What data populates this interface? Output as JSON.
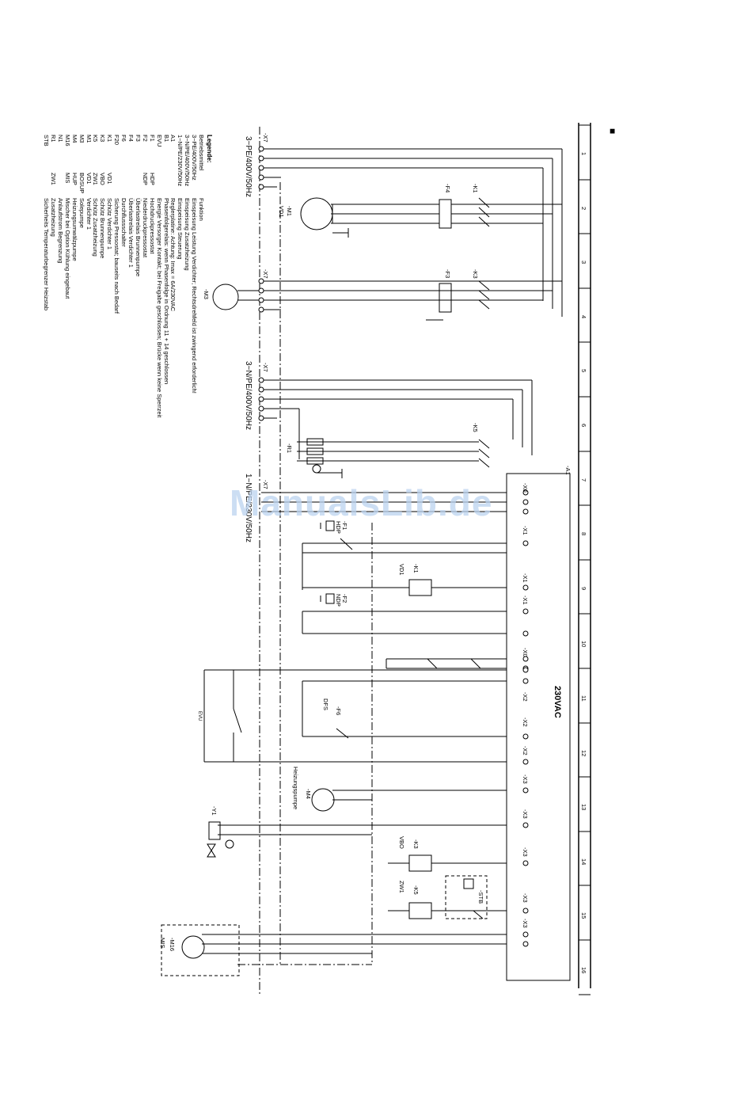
{
  "page_marker": "■",
  "column_numbers": [
    "1",
    "2",
    "3",
    "4",
    "5",
    "6",
    "7",
    "8",
    "9",
    "10",
    "11",
    "12",
    "13",
    "14",
    "15",
    "16"
  ],
  "supply": {
    "compressor": "3~PE/400V/50Hz",
    "heater": "3~N/PE/400V/50Hz",
    "control": "1~N/PE/230V/50Hz"
  },
  "voltage_label": "230VAC",
  "evu_label": "EVU",
  "pump_label": "Heizungspumpe",
  "watermark": "ManualsLib.de",
  "legend": {
    "title": "Legende:",
    "col_headers": [
      "Betriebsmittel",
      "",
      "Funktion"
    ],
    "rows": [
      [
        "3~PE/400V/50Hz",
        "",
        "Einspeisung Leistung Verdichter; Rechtsdrehfeld ist zwingend erforderlich!"
      ],
      [
        "3~N/PE/400V/50Hz",
        "",
        "Einspeisung Zusatzheizung"
      ],
      [
        "1~N/PE/230V/50Hz",
        "",
        "Einspeisung Steuerung"
      ],
      [
        "A1",
        "",
        "Reglerplatine: Achtung: Imax = 6A/230VAC"
      ],
      [
        "B1",
        "",
        "Phasenfolgerelais: wenn Phasenfolge in Ordnung 11 + 14 geschlossen"
      ],
      [
        "EVU",
        "",
        "Energie Versorger Kontakt; bei Freigabe geschlossen; Brücke wenn keine Sperrzeit"
      ],
      [
        "F1",
        "HDP",
        "Hochdruckpressostat"
      ],
      [
        "F2",
        "NDP",
        "Niederdruckpressostat"
      ],
      [
        "F3",
        "",
        "Überlastrelais Brunnenpumpe"
      ],
      [
        "F4",
        "",
        "Überlastrelais Verdichter 1"
      ],
      [
        "F6",
        "",
        "Durchflussschalter"
      ],
      [
        "F20",
        "",
        "Sicherung Pressostat; bauseits nach Bedarf"
      ],
      [
        "K1",
        "VD1",
        "Schütz Verdichter 1"
      ],
      [
        "K3",
        "VBO",
        "Schütz Brunnenpumpe"
      ],
      [
        "K5",
        "ZW1",
        "Schütz Zusatzheizung"
      ],
      [
        "M1",
        "VD1",
        "Verdichter 1"
      ],
      [
        "M3",
        "BOSUP",
        "Solepumpe"
      ],
      [
        "M4",
        "HUP",
        "Heizungsumwälzpumpe"
      ],
      [
        "M16",
        "MIS",
        "Mischer bei Option Kühlung eingebaut"
      ],
      [
        "N1",
        "",
        "Anlaufstrom Begrenzung"
      ],
      [
        "R1",
        "ZW1",
        "Zusatzheizung"
      ],
      [
        "STB",
        "",
        "Sicherheits Temperaturbegrenzer Heizstab"
      ]
    ]
  },
  "components": {
    "x7": "-X7",
    "k1": "-K1",
    "k3": "-K3",
    "k5": "-K5",
    "f4": "-F4",
    "f3": "-F3",
    "m1": "-M1",
    "vd1": "VD1",
    "m3": "-M3",
    "r1": "-R1",
    "a1": "-A1",
    "f1": "-F1",
    "hdp": "HDP",
    "f2": "-F2",
    "ndp": "NDP",
    "f6": "-F6",
    "dfs": "DFS",
    "m4": "-M4",
    "y1": "-Y1",
    "vbo": "VBO",
    "zw1": "ZW1",
    "stb": "-STB",
    "m16": "-M16",
    "mis": "MIS",
    "x0": "-X0",
    "x1": "-X1",
    "x2": "-X2",
    "x3": "-X3"
  },
  "colors": {
    "line": "#000000",
    "watermark": "#bcd3ef"
  }
}
